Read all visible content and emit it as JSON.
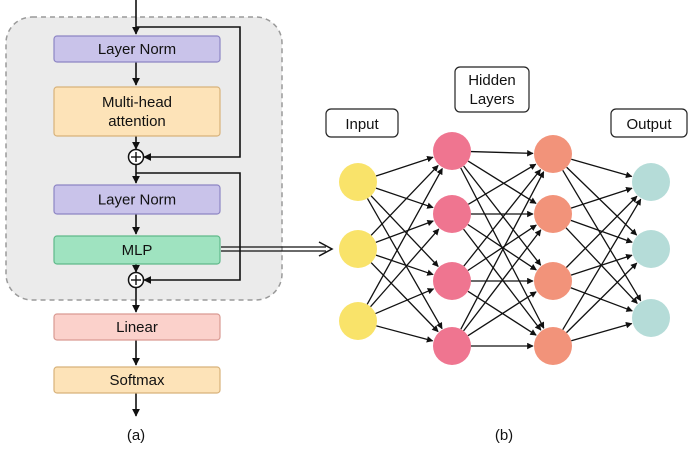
{
  "panel_a": {
    "blocks": [
      {
        "id": "layer-norm-1",
        "text": [
          "Layer Norm"
        ],
        "fill": "#c9c3ea",
        "stroke": "#8d85c4"
      },
      {
        "id": "multi-head-attention",
        "text": [
          "Multi-head",
          "attention"
        ],
        "fill": "#fde3b8",
        "stroke": "#d8b27a"
      },
      {
        "id": "layer-norm-2",
        "text": [
          "Layer Norm"
        ],
        "fill": "#c9c3ea",
        "stroke": "#8d85c4"
      },
      {
        "id": "mlp",
        "text": [
          "MLP"
        ],
        "fill": "#9fe3c0",
        "stroke": "#5fb98a"
      },
      {
        "id": "linear",
        "text": [
          "Linear"
        ],
        "fill": "#fbd1cb",
        "stroke": "#d99a92"
      },
      {
        "id": "softmax",
        "text": [
          "Softmax"
        ],
        "fill": "#fde3b8",
        "stroke": "#d8b27a"
      }
    ],
    "caption": "(a)"
  },
  "panel_b": {
    "labels": {
      "input": "Input",
      "hidden": [
        "Hidden",
        "Layers"
      ],
      "output": "Output"
    },
    "layers": [
      {
        "name": "input",
        "count": 3,
        "color": "#f9e36a"
      },
      {
        "name": "hidden-1",
        "count": 4,
        "color": "#ef7590"
      },
      {
        "name": "hidden-2",
        "count": 4,
        "color": "#f2937a"
      },
      {
        "name": "output",
        "count": 3,
        "color": "#b5dcd8"
      }
    ],
    "caption": "(b)"
  },
  "colors": {
    "container_fill": "#ebebeb",
    "container_stroke": "#9a9a9a",
    "line": "#111111"
  }
}
